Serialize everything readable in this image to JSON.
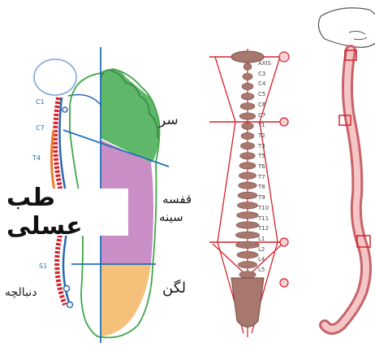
{
  "foot_labels": {
    "head": "سر",
    "chest_line1": "قفسه",
    "chest_line2": "سینه",
    "pelvis": "لگن",
    "tailbone": "دنبالچه"
  },
  "watermark": "طب عسلی",
  "spine_side_labels": [
    "C1",
    "C7",
    "T4",
    "S1"
  ],
  "vertebra_labels": [
    "AXIS",
    "C3",
    "C4",
    "C5",
    "C6",
    "C7",
    "T1",
    "T2",
    "T3",
    "T5",
    "T6",
    "T7",
    "T8",
    "T9",
    "T10",
    "T11",
    "T12",
    "L1",
    "L2",
    "L4",
    "L5"
  ],
  "zone_colors": {
    "head": "#5fb86a",
    "chest": "#c98ec5",
    "pelvis": "#f5c07a",
    "vertebra": "#a8776e",
    "guide_line": "#d6202a",
    "axis_line": "#1f6fb5"
  }
}
